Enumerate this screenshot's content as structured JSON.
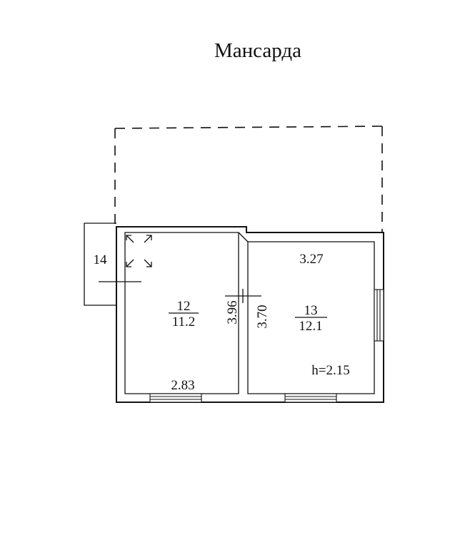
{
  "title": "Мансарда",
  "rooms": [
    {
      "number": "12",
      "area": "11.2"
    },
    {
      "number": "13",
      "area": "12.1"
    },
    {
      "number": "14"
    }
  ],
  "dimensions": {
    "room12_width": "2.83",
    "room12_length": "3.96",
    "room13_width": "3.27",
    "room13_length": "3.70",
    "ceiling_height": "h=2.15"
  }
}
